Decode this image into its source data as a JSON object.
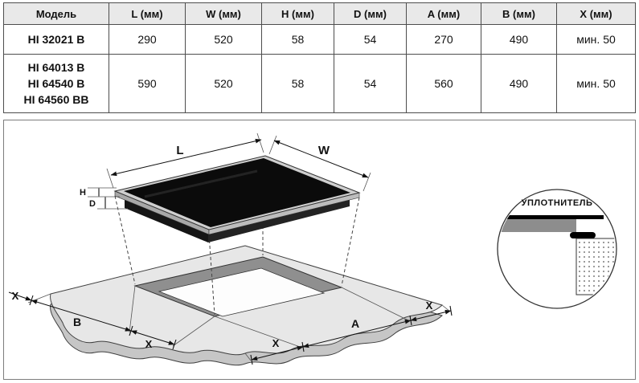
{
  "table": {
    "headers": [
      "Модель",
      "L (мм)",
      "W (мм)",
      "H (мм)",
      "D (мм)",
      "A (мм)",
      "B (мм)",
      "X (мм)"
    ],
    "rows": [
      {
        "models": [
          "HI 32021 B"
        ],
        "values": [
          "290",
          "520",
          "58",
          "54",
          "270",
          "490",
          "мин. 50"
        ]
      },
      {
        "models": [
          "HI 64013 B",
          "HI 64540 B",
          "HI 64560 BB"
        ],
        "values": [
          "590",
          "520",
          "58",
          "54",
          "560",
          "490",
          "мин. 50"
        ]
      }
    ]
  },
  "diagram": {
    "labels": {
      "l": "L",
      "w": "W",
      "h": "H",
      "d": "D",
      "a": "A",
      "b": "B",
      "x": "X",
      "seal": "УПЛОТНИТЕЛЬ"
    },
    "colors": {
      "glass": "#0b0b0b",
      "rim": "#cfcfcf",
      "countertop": "#e7e7e7",
      "countertop_edge": "#c6c6c6",
      "cutout_wall": "#8f8f8f"
    }
  }
}
